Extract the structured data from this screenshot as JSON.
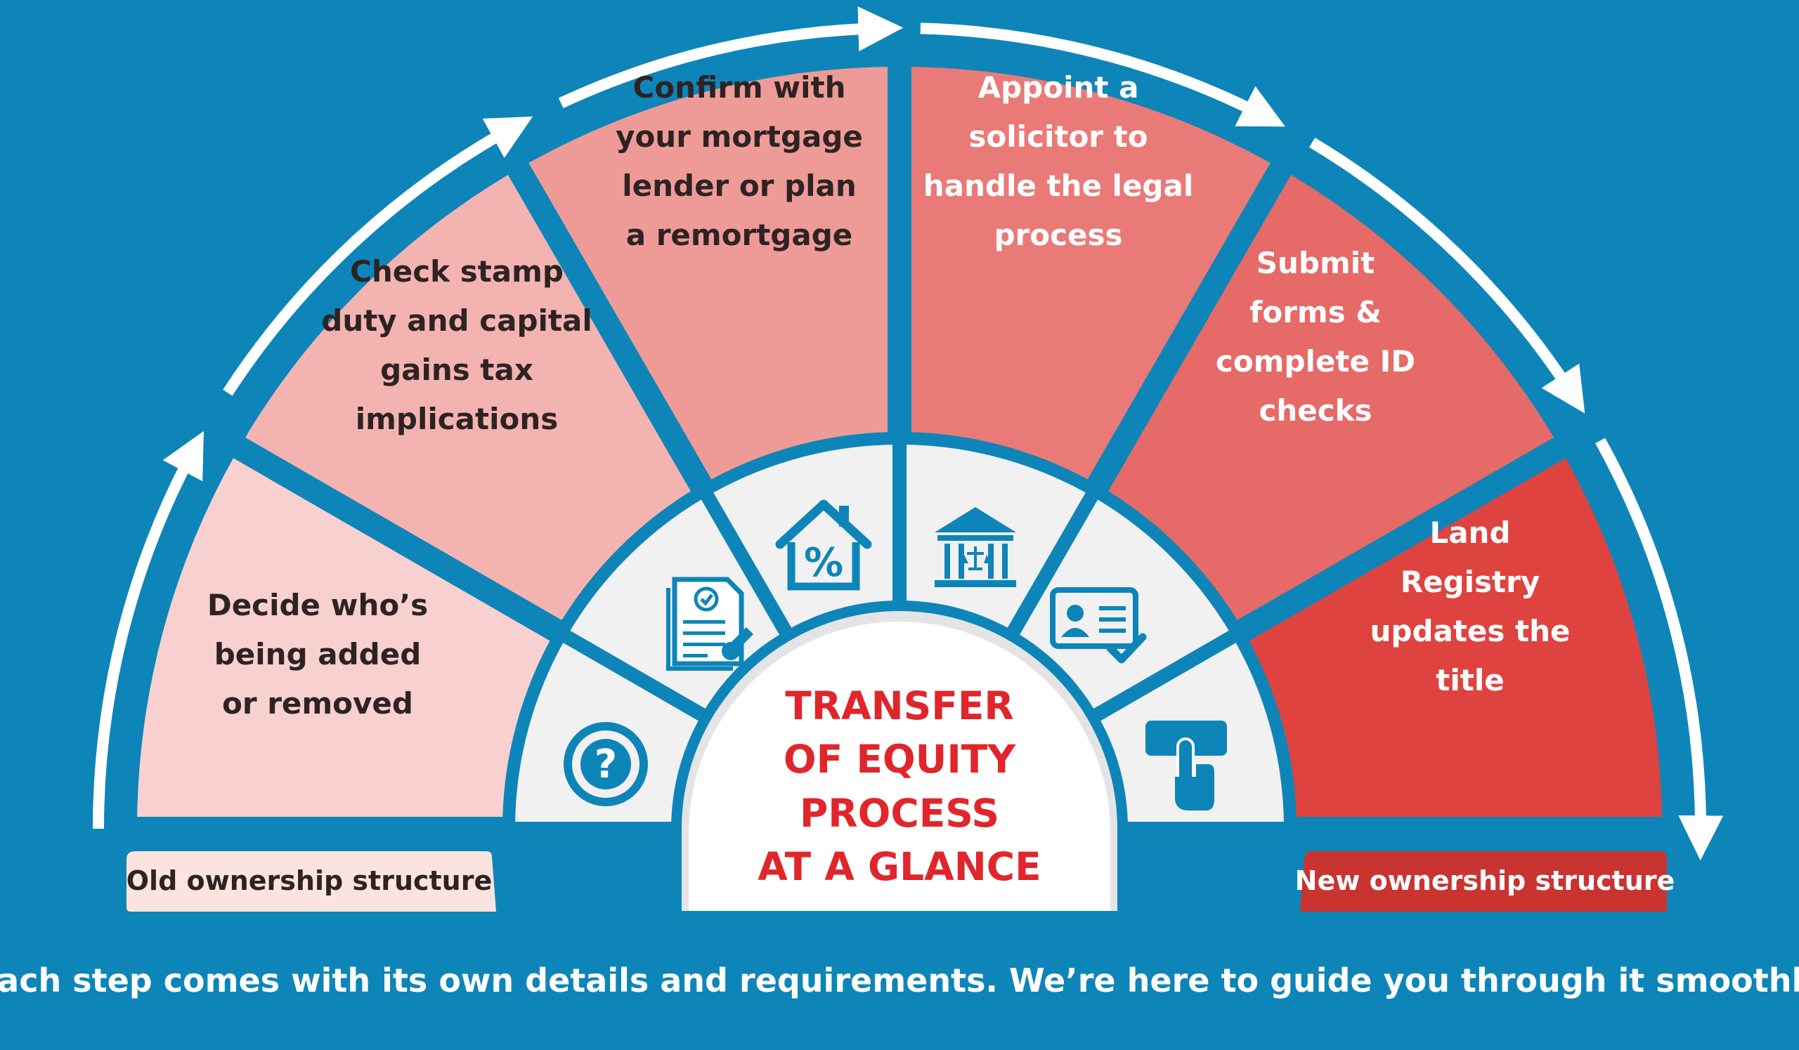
{
  "background_color": "#0e85b8",
  "center_title": {
    "lines": [
      "TRANSFER",
      "OF EQUITY",
      "PROCESS",
      "AT A GLANCE"
    ],
    "color": "#e0262b"
  },
  "steps": [
    {
      "lines": [
        "Decide who’s",
        "being added",
        "or removed"
      ],
      "color": "#f7d0cf",
      "text_color": "#2e2323",
      "icon": "question-icon"
    },
    {
      "lines": [
        "Check stamp",
        "duty and capital",
        "gains tax",
        "implications"
      ],
      "color": "#f3b3b1",
      "text_color": "#2e2323",
      "icon": "signed-document-icon"
    },
    {
      "lines": [
        "Confirm with",
        "your mortgage",
        "lender or plan",
        "a remortgage"
      ],
      "color": "#ee9b98",
      "text_color": "#2e2323",
      "icon": "house-percent-icon"
    },
    {
      "lines": [
        "Appoint a",
        "solicitor to",
        "handle the legal",
        "process"
      ],
      "color": "#e97a78",
      "text_color": "#ffffff",
      "icon": "courthouse-icon"
    },
    {
      "lines": [
        "Submit",
        "forms &",
        "complete ID",
        "checks"
      ],
      "color": "#e56a68",
      "text_color": "#ffffff",
      "icon": "id-card-check-icon"
    },
    {
      "lines": [
        "Land",
        "Registry",
        "updates the",
        "title"
      ],
      "color": "#df433f",
      "text_color": "#ffffff",
      "icon": "finger-press-icon"
    }
  ],
  "old_label": {
    "text": "Old ownership structure",
    "bg": "#fbe4df",
    "color": "#2e2323"
  },
  "new_label": {
    "text": "New ownership structure",
    "bg": "#c93431",
    "color": "#ffffff"
  },
  "footer": "Each step comes with its own details and requirements. We’re here to guide you through it smoothly",
  "icon_color": "#0e85b8",
  "icon_tile_color": "#f1f1f2"
}
